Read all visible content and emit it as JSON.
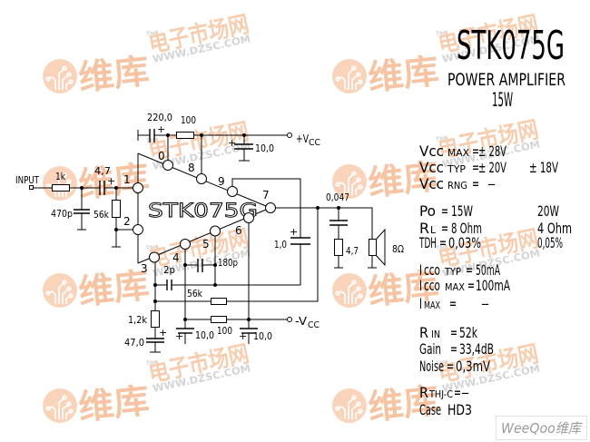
{
  "title": {
    "part_number": "STK075G",
    "description": "POWER AMPLIFIER",
    "rated_power": "15W"
  },
  "specs": {
    "eq": "=",
    "vcc_max": {
      "label": "Vcc",
      "sub": "MAX",
      "value": "± 28V"
    },
    "vcc_typ": {
      "label": "Vcc",
      "sub": "TYP",
      "value": "± 20V",
      "value_alt": "± 18V"
    },
    "vcc_rng": {
      "label": "Vcc",
      "sub": "RNG",
      "value": "–"
    },
    "po": {
      "label": "Po",
      "value": "15W",
      "value_alt": "20W"
    },
    "rl": {
      "label": "R",
      "sub": "L",
      "value": "8 Ohm",
      "value_alt": "4 Ohm"
    },
    "tdh": {
      "label": "TDH",
      "value": "0,03%",
      "value_alt": "0,05%"
    },
    "icco_typ": {
      "label": "I",
      "label_small": "cco",
      "sub": "TYP",
      "value": "50mA"
    },
    "icco_max": {
      "label": "I",
      "label_small": "cco",
      "sub": "MAX",
      "value": "100mA"
    },
    "imax": {
      "label": "I",
      "sub": "MAX",
      "value": "–"
    },
    "rin": {
      "label": "R",
      "sub": "IN",
      "value": "52k"
    },
    "gain": {
      "label": "Gain",
      "value": "33,4dB"
    },
    "noise": {
      "label": "Noise",
      "value": "0,3mV"
    },
    "rthj_c": {
      "label": "R",
      "sub": "THJ-C",
      "value": "–"
    },
    "case": {
      "label": "Case",
      "value": "HD3"
    }
  },
  "schematic": {
    "ic_label": "STK075G",
    "input_label": "INPUT",
    "vcc_pos": {
      "main": "+V",
      "sub": "CC"
    },
    "vcc_neg": {
      "main": "-V",
      "sub": "CC"
    },
    "polarity": "+",
    "pins": [
      "0",
      "1",
      "2",
      "3",
      "4",
      "5",
      "6",
      "7",
      "8",
      "9"
    ],
    "components": {
      "r_input": "1k",
      "c_input_filter": "470p",
      "c_input_coupling": "4,7",
      "r_input_bias": "56k",
      "c_bootstrap": "220,0",
      "r_bootstrap": "100",
      "c_vcc_pos_decoupling": "10,0",
      "c_output_bypass": "1,0",
      "c_zobel": "0,047",
      "r_zobel": "4,7",
      "speaker": "8Ω",
      "c_comp_2p": "2p",
      "c_comp_180p": "180p",
      "r_feedback": "56k",
      "r_vcc_neg": "100",
      "c_vcc_neg_pin4": "10,0",
      "c_vcc_neg_pin6": "10,0",
      "r_feedback_ground": "1,2k",
      "c_feedback_ground": "47,0"
    }
  },
  "watermark": {
    "brand": "维库",
    "site": "电子市场网",
    "url": "WWW.DZSC.COM",
    "trademark": "TM"
  },
  "footer_logo": {
    "text": "WeeQoo维库"
  },
  "colors": {
    "ink": "#000000",
    "watermark": "#f6c4a2",
    "background": "#ffffff"
  }
}
